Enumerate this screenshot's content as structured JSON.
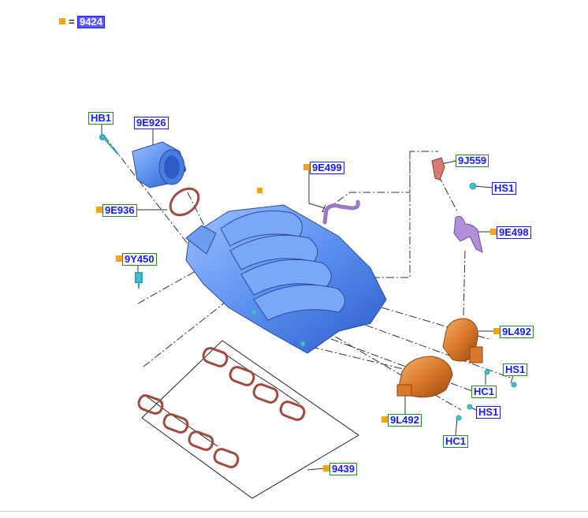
{
  "legend": {
    "equals": "=",
    "ref": "9424"
  },
  "labels": {
    "hb1": "HB1",
    "e926": "9E926",
    "e936": "9E936",
    "y450": "9Y450",
    "e499": "9E499",
    "j559": "9J559",
    "hs1_top": "HS1",
    "e498": "9E498",
    "l492_top": "9L492",
    "hs1_mid": "HS1",
    "hc1_mid": "HC1",
    "hs1_low": "HS1",
    "l492_low": "9L492",
    "hc1_low": "HC1",
    "g9439": "9439"
  },
  "colors": {
    "bullet": "#f5a418",
    "label_text": "#1a1aff",
    "label_border_green": "#2b8a2b",
    "manifold_blue": "#5b8ff0",
    "part_orange": "#d9782a",
    "gasket_red": "#a04a40",
    "purple_hose": "#9a78c8",
    "cyan_fastener": "#3fc2cf"
  }
}
